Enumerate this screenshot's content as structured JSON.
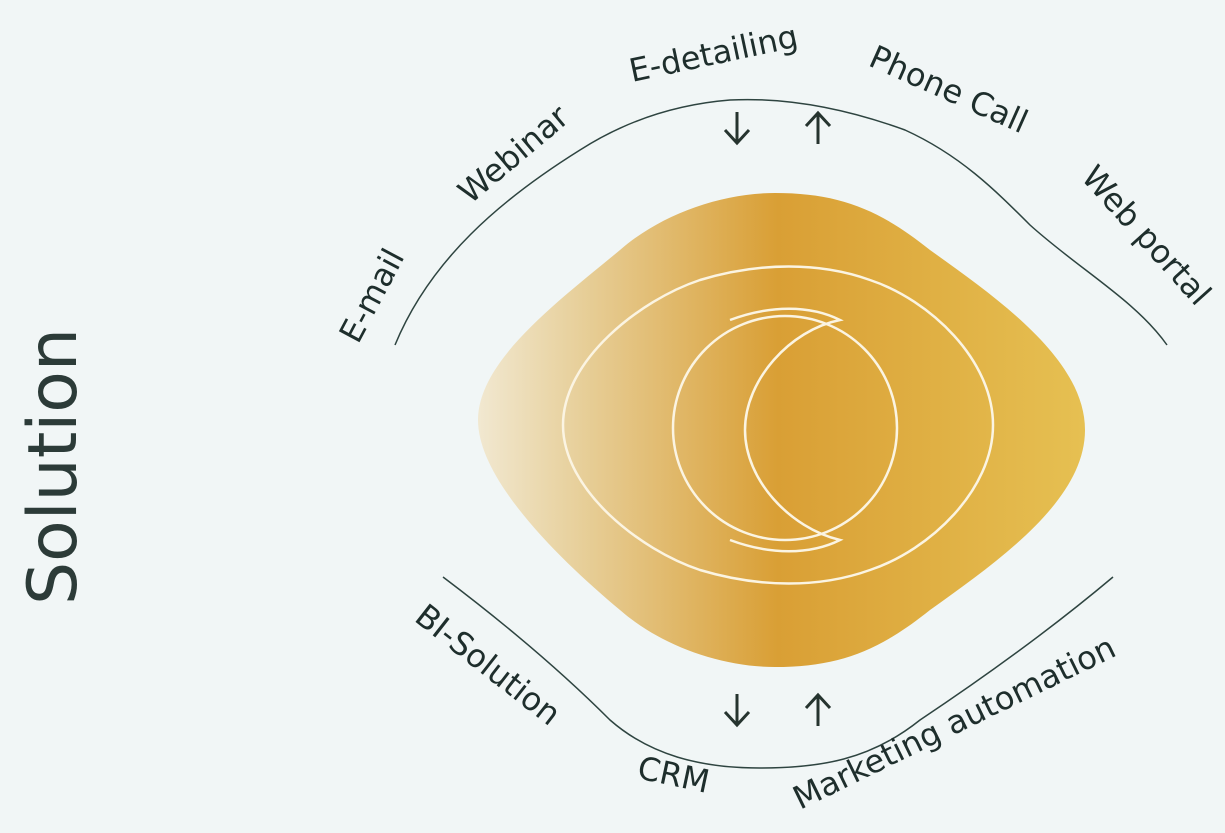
{
  "side": {
    "title": "Solution",
    "accent_color": "#e9c86a",
    "text_color": "#2c3b38"
  },
  "diagram": {
    "channels": [
      "E-mail",
      "Webinar",
      "E-detailing",
      "Phone Call",
      "Web portal"
    ],
    "systems": [
      "BI-Solution",
      "CRM",
      "Marketing automation"
    ],
    "arrows": {
      "top": [
        "arrow-down-icon",
        "arrow-up-icon"
      ],
      "bottom": [
        "arrow-down-icon",
        "arrow-up-icon"
      ]
    },
    "colors": {
      "line": "#2e4440",
      "arrow": "#26342f",
      "gold_light": "#f2ead5",
      "gold_mid": "#d99f35",
      "gold_right": "#e6c052",
      "ring": "#fbf4e2"
    }
  }
}
